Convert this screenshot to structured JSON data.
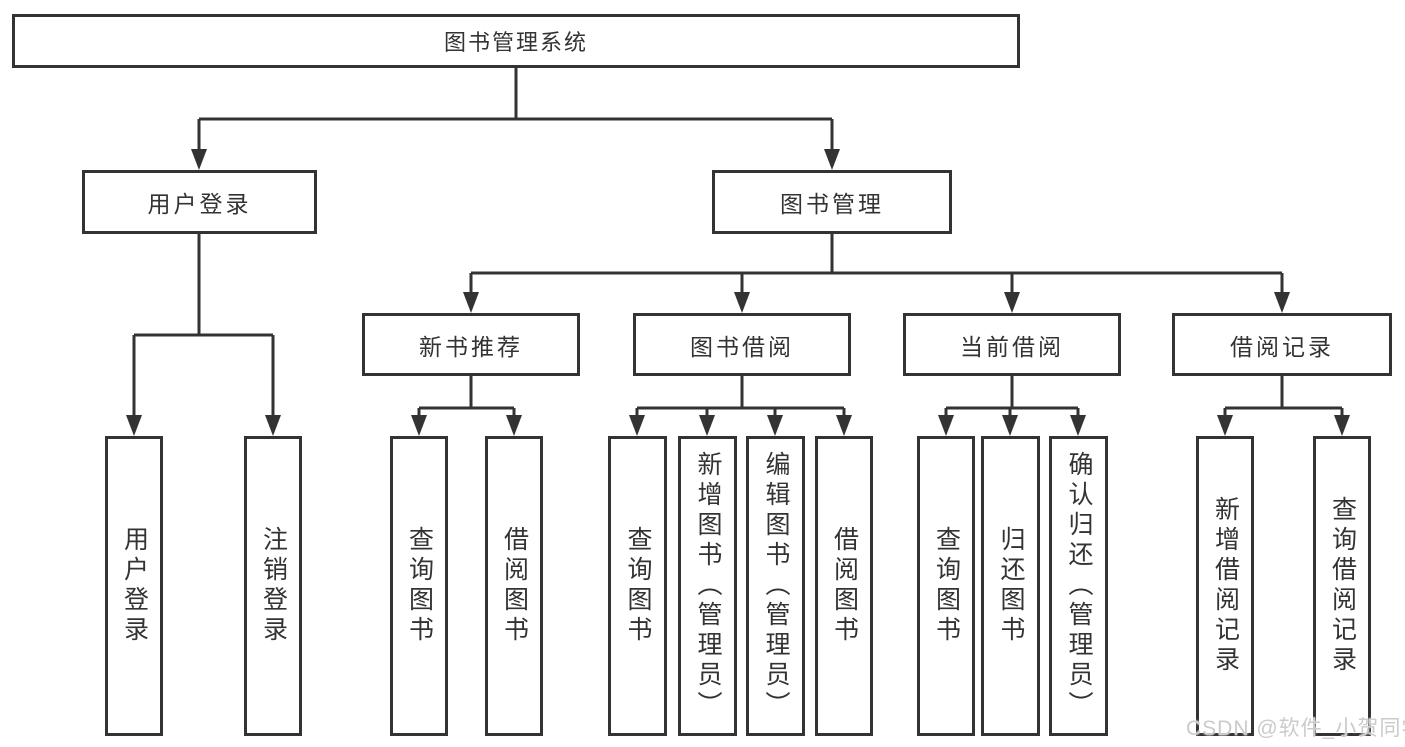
{
  "diagram": {
    "root": "图书管理系统",
    "userLogin": "用户登录",
    "bookMgmt": "图书管理",
    "l3": [
      "新书推荐",
      "图书借阅",
      "当前借阅",
      "借阅记录"
    ],
    "userLeaves": [
      "用户登录",
      "注销登录"
    ],
    "newBookLeaves": [
      "查询图书",
      "借阅图书"
    ],
    "borrowLeaves": [
      "查询图书",
      "新增图书（管理员）",
      "编辑图书（管理员）",
      "借阅图书"
    ],
    "currentLeaves": [
      "查询图书",
      "归还图书",
      "确认归还（管理员）"
    ],
    "recordLeaves": [
      "新增借阅记录",
      "查询借阅记录"
    ]
  },
  "colors": {
    "line": "#333333",
    "background": "#ffffff",
    "watermark": "#cbcbcb"
  },
  "watermark": "CSDN @软件_小贺同学"
}
